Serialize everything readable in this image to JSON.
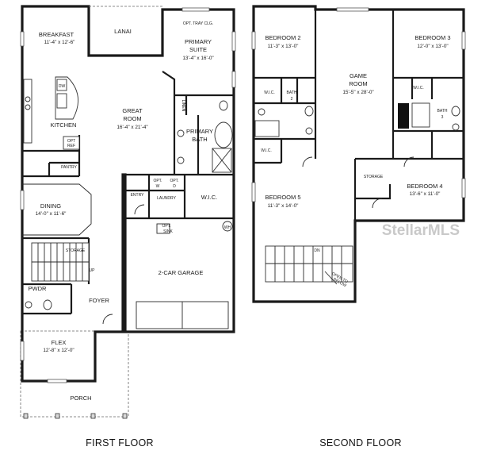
{
  "first_floor": {
    "title": "FIRST FLOOR",
    "rooms": {
      "breakfast": {
        "name": "BREAKFAST",
        "dim": "11'-4\" x 12'-6\""
      },
      "lanai": {
        "name": "LANAI"
      },
      "tray": {
        "name": "OPT. TRAY CLG."
      },
      "primary_suite": {
        "name1": "PRIMARY",
        "name2": "SUITE",
        "dim": "13'-4\" x 16'-0\""
      },
      "great_room": {
        "name1": "GREAT",
        "name2": "ROOM",
        "dim": "16'-4\" x 21'-4\""
      },
      "kitchen": {
        "name": "KITCHEN",
        "dw": "DW"
      },
      "opt_ref": {
        "l1": "OPT",
        "l2": "REF"
      },
      "pantry": {
        "name": "PANTRY"
      },
      "primary_bath": {
        "name1": "PRIMARY",
        "name2": "BATH"
      },
      "linen": {
        "name": "LINEN"
      },
      "entry": {
        "name": "ENTRY"
      },
      "opt_w": {
        "l1": "OPT.",
        "l2": "W"
      },
      "opt_d": {
        "l1": "OPT.",
        "l2": "D"
      },
      "laundry": {
        "name": "LAUNDRY"
      },
      "wic": {
        "name": "W.I.C."
      },
      "dining": {
        "name": "DINING",
        "dim": "14'-0\" x 11'-6\""
      },
      "opt_sink": {
        "l1": "OPT.",
        "l2": "SINK"
      },
      "wh": {
        "name": "WH"
      },
      "storage": {
        "name": "STORAGE"
      },
      "up": {
        "name": "UP"
      },
      "garage": {
        "name": "2-CAR GARAGE"
      },
      "pwdr": {
        "name": "PWDR"
      },
      "foyer": {
        "name": "FOYER"
      },
      "flex": {
        "name": "FLEX",
        "dim": "12'-8\" x 12'-0\""
      },
      "porch": {
        "name": "PORCH"
      }
    }
  },
  "second_floor": {
    "title": "SECOND FLOOR",
    "rooms": {
      "bedroom2": {
        "name": "BEDROOM 2",
        "dim": "11'-3\" x 13'-0\""
      },
      "bedroom3": {
        "name": "BEDROOM 3",
        "dim": "12'-0\" x 13'-0\""
      },
      "game_room": {
        "name1": "GAME",
        "name2": "ROOM",
        "dim": "15'-5\" x 28'-0\""
      },
      "wic_b2": {
        "name": "W.I.C."
      },
      "bath2": {
        "name1": "BATH",
        "name2": "2"
      },
      "wic_b3": {
        "name": "W.I.C."
      },
      "bath3": {
        "name1": "BATH",
        "name2": "3"
      },
      "wic_b5": {
        "name": "W.I.C."
      },
      "storage": {
        "name": "STORAGE"
      },
      "bedroom5": {
        "name": "BEDROOM 5",
        "dim": "11'-3\" x 14'-0\""
      },
      "bedroom4": {
        "name": "BEDROOM 4",
        "dim": "13'-6\" x 11'-0\""
      },
      "dn": {
        "name": "DN"
      },
      "open_below": {
        "l1": "OPEN TO",
        "l2": "BELOW"
      }
    }
  },
  "watermark": "StellarMLS"
}
